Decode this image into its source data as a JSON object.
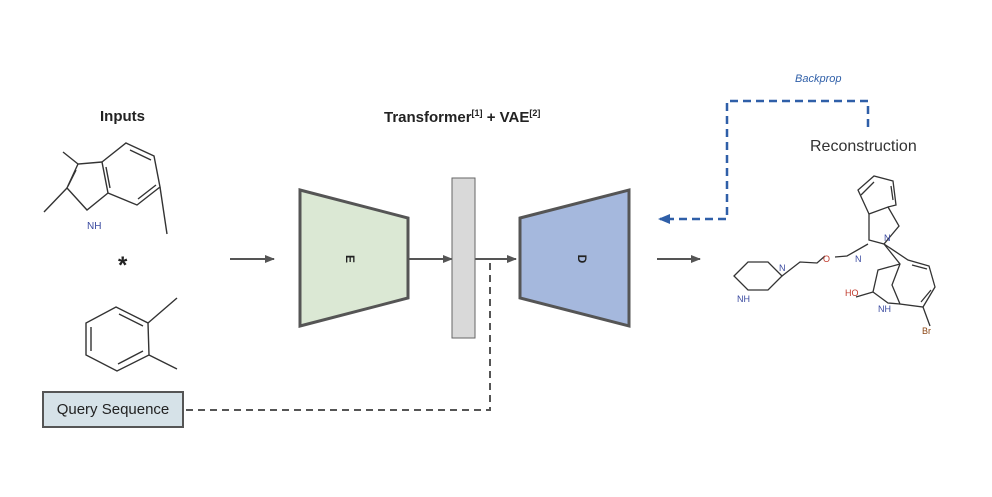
{
  "inputs": {
    "title": "Inputs",
    "operator": "*"
  },
  "model": {
    "title": "Transformer",
    "ref_transformer": "[1]",
    "connector": " + VAE",
    "ref_vae": "[2]",
    "encoder_label": "E",
    "decoder_label": "D"
  },
  "query": {
    "label": "Query Sequence"
  },
  "output": {
    "title": "Reconstruction"
  },
  "backprop": {
    "label": "Backprop"
  },
  "molecule_atoms": {
    "indole_nh": "NH",
    "recon_n1": "N",
    "recon_n2": "N",
    "recon_o": "O",
    "recon_nh_ring": "NH",
    "recon_ho": "HO",
    "recon_nh2": "NH",
    "recon_br": "Br",
    "recon_n3": "N"
  },
  "colors": {
    "encoder_fill": "#dbe8d4",
    "decoder_fill": "#a5b8dd",
    "latent_fill": "#d9d9d9",
    "backprop_blue": "#2f5fa8",
    "query_fill": "#d6e2e8"
  }
}
